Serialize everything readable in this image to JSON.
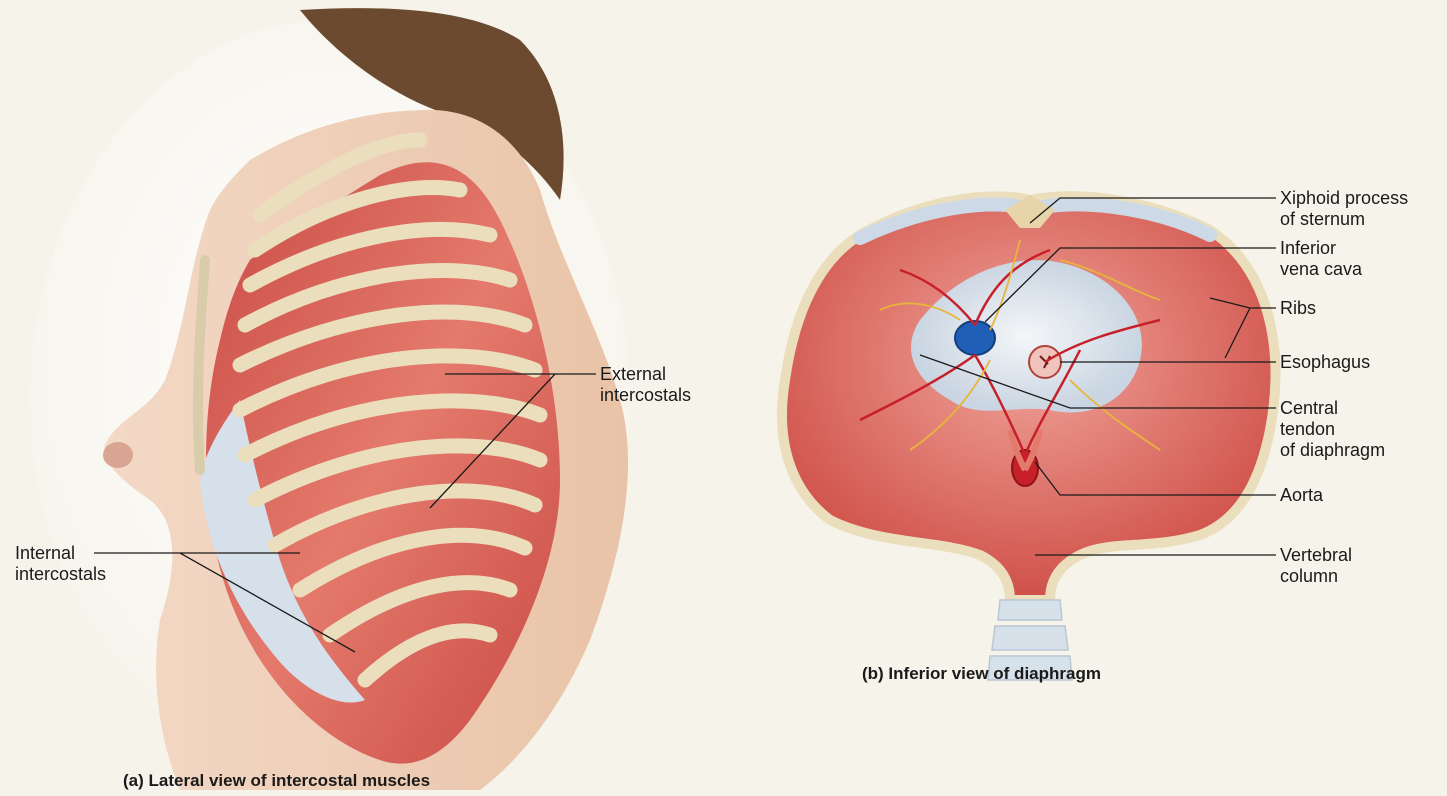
{
  "panel_a": {
    "caption": "(a)  Lateral view of intercostal muscles",
    "labels": {
      "external_intercostals": "External\nintercostals",
      "internal_intercostals": "Internal\nintercostals"
    }
  },
  "panel_b": {
    "caption": "(b)  Inferior view of diaphragm",
    "labels": {
      "xiphoid": "Xiphoid process\nof sternum",
      "ivc": "Inferior\nvena cava",
      "ribs": "Ribs",
      "esophagus": "Esophagus",
      "central_tendon": "Central\ntendon\nof diaphragm",
      "aorta": "Aorta",
      "vertebral": "Vertebral\ncolumn"
    }
  },
  "colors": {
    "background": "#f6f3ea",
    "skin": "#f1d3bc",
    "hair": "#6b4a30",
    "rib_bone": "#ece0c2",
    "muscle": "#d9645a",
    "cartilage": "#cdd9e6",
    "central_tendon": "#e3e9ef",
    "vena_cava": "#1f5fb8",
    "artery": "#c8202a",
    "nerve": "#e8b53a"
  }
}
